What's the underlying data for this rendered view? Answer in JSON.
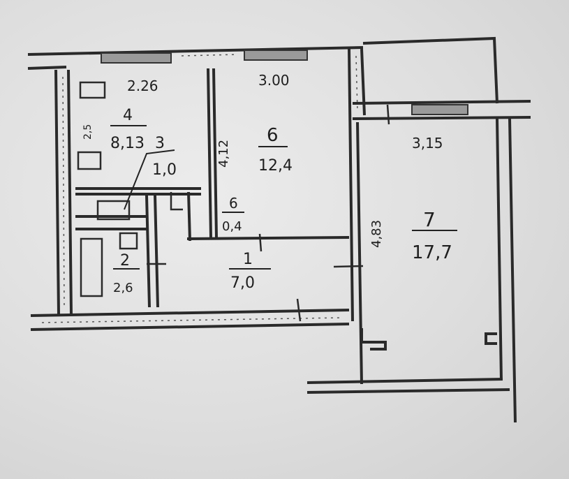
{
  "plan": {
    "dims": {
      "top_left": "2.26",
      "top_mid": "3.00",
      "right": "3,15",
      "wall_room6": "4,12",
      "wall_room7": "4,83",
      "small_box": "2,5"
    },
    "rooms": [
      {
        "num": "4",
        "area": "8,13"
      },
      {
        "num": "3",
        "area": "1,0"
      },
      {
        "num": "6",
        "area": "12,4"
      },
      {
        "num": "6",
        "area": "0,4"
      },
      {
        "num": "2",
        "area": "2,6"
      },
      {
        "num": "1",
        "area": "7,0"
      },
      {
        "num": "7",
        "area": "17,7"
      }
    ]
  }
}
